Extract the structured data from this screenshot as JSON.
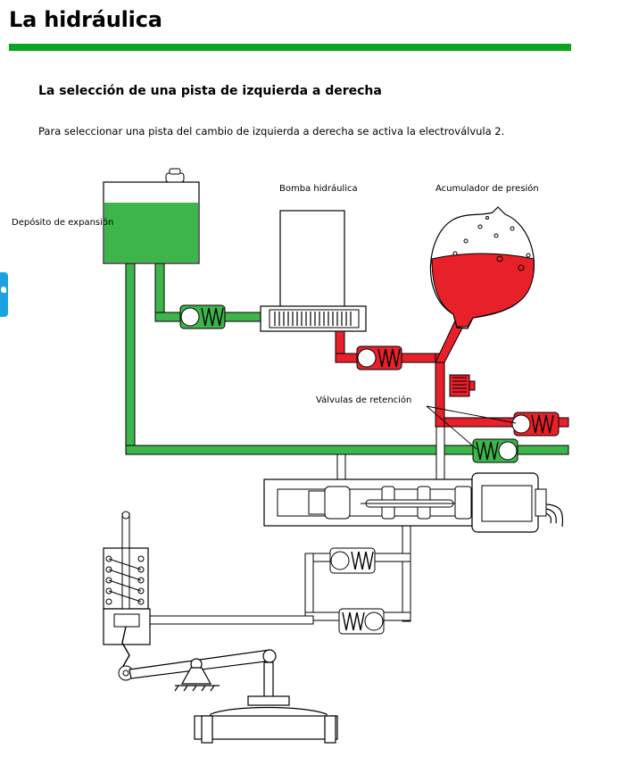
{
  "page": {
    "title": "La hidráulica",
    "subtitle": "La selección de una pista de izquierda a derecha",
    "description": "Para seleccionar una pista del cambio de izquierda a derecha se activa la electroválvula 2."
  },
  "diagram": {
    "labels": {
      "reservoir": "Depósito de expansión",
      "pump": "Bomba hidráulica",
      "accumulator": "Acumulador de presión",
      "check_valves": "Válvulas de retención"
    },
    "colors": {
      "low_pressure": "#3db54a",
      "high_pressure": "#e8202a",
      "accent_rule": "#0ba41f",
      "side_tab": "#1aa3e0",
      "outline": "#000000"
    }
  }
}
